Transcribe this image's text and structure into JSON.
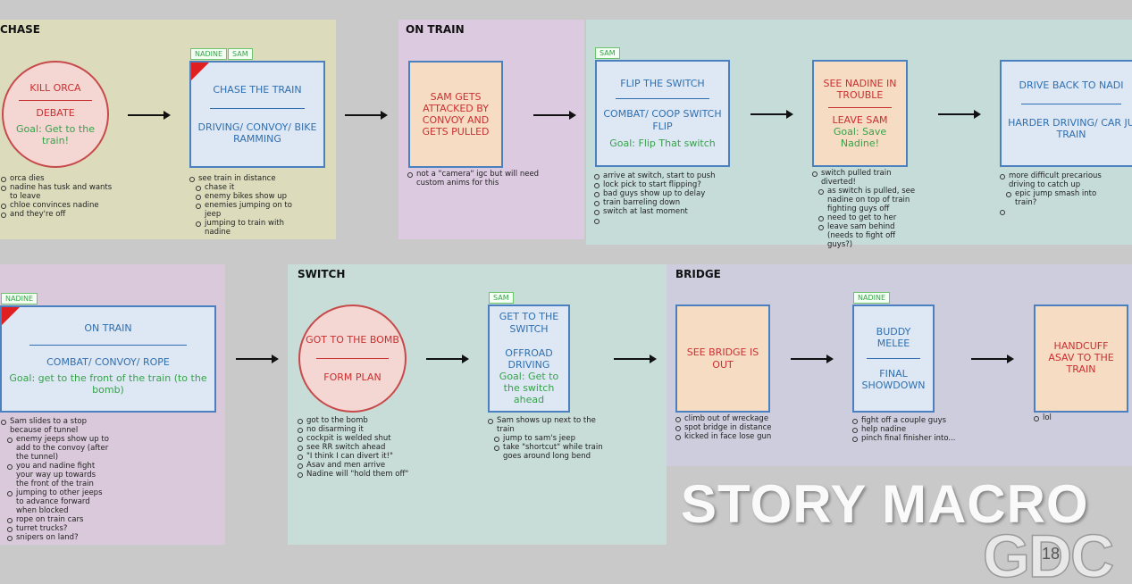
{
  "colors": {
    "blue": "#2f6fb0",
    "red": "#c93030",
    "green": "#37a14a"
  },
  "sections": {
    "chase": "CHASE",
    "on_train": "ON TRAIN",
    "switch": "SWITCH",
    "bridge": "BRIDGE"
  },
  "nodes": {
    "kill_orca": {
      "title": "KILL ORCA",
      "sub": "DEBATE",
      "goal": "Goal: Get to the train!"
    },
    "chase_train": {
      "tags": [
        "NADINE",
        "SAM"
      ],
      "title": "CHASE THE TRAIN",
      "sub": "DRIVING/ CONVOY/ BIKE RAMMING"
    },
    "sam_attacked": {
      "title": "SAM GETS ATTACKED BY CONVOY AND GETS PULLED"
    },
    "flip_switch": {
      "tags": [
        "SAM"
      ],
      "title": "FLIP THE SWITCH",
      "sub": "COMBAT/ COOP SWITCH FLIP",
      "goal": "Goal: Flip That switch"
    },
    "see_nadine": {
      "title": "SEE NADINE IN TROUBLE",
      "sub": "LEAVE SAM",
      "goal": "Goal: Save Nadine!"
    },
    "drive_back": {
      "title": "DRIVE BACK TO NADI",
      "sub": "HARDER DRIVING/ CAR JU TRAIN"
    },
    "on_train2": {
      "tags": [
        "NADINE"
      ],
      "title": "ON TRAIN",
      "sub": "COMBAT/ CONVOY/ ROPE",
      "goal": "Goal: get to the front of the train (to the bomb)"
    },
    "got_bomb": {
      "title": "GOT TO THE BOMB",
      "sub": "FORM PLAN"
    },
    "get_switch": {
      "tags": [
        "SAM"
      ],
      "title": "GET TO THE SWITCH",
      "sub": "OFFROAD DRIVING",
      "goal": "Goal: Get to the switch ahead"
    },
    "see_bridge": {
      "title": "SEE BRIDGE IS OUT"
    },
    "buddy_melee": {
      "tags": [
        "NADINE"
      ],
      "title": "BUDDY MELEE",
      "sub": "FINAL SHOWDOWN"
    },
    "handcuff": {
      "title": "HANDCUFF ASAV TO THE TRAIN"
    }
  },
  "notes": {
    "kill_orca": [
      "orca dies",
      "nadine has tusk and wants to leave",
      "chloe convinces nadine",
      "and they're off"
    ],
    "chase_train": [
      "see train in distance",
      "chase it",
      "enemy bikes show up",
      "enemies jumping on to jeep",
      "jumping to train with nadine"
    ],
    "sam_attacked": [
      "not a \"camera\" igc but will need custom anims for this"
    ],
    "flip_switch": [
      "arrive at switch, start to push",
      "lock pick to start flipping?",
      "bad guys show up to delay",
      "train barreling down",
      "switch at last moment",
      ""
    ],
    "see_nadine": [
      "switch pulled train diverted!",
      "as switch is pulled, see nadine on top of train fighting guys off",
      "need to get to her",
      "leave sam behind (needs to fight off guys?)"
    ],
    "drive_back": [
      "more difficult precarious driving to catch up",
      "epic jump smash into train?",
      ""
    ],
    "on_train2": [
      "Sam slides to a stop because of tunnel",
      "enemy jeeps show up to add to the convoy (after the tunnel)",
      "you and nadine fight your way up towards the front of the train",
      "jumping to other jeeps to advance forward when blocked",
      "rope on train cars",
      "turret trucks?",
      "snipers on land?"
    ],
    "got_bomb": [
      "got to the bomb",
      "no disarming it",
      "cockpit is welded shut",
      "see RR switch ahead",
      "\"I think I can divert it!\"",
      "Asav and men arrive",
      "Nadine will \"hold them off\""
    ],
    "get_switch": [
      "Sam shows up next to the train",
      "jump to sam's jeep",
      "take \"shortcut\" while train goes around long bend"
    ],
    "see_bridge": [
      "climb out of wreckage",
      "spot bridge in distance",
      "kicked in face lose gun"
    ],
    "buddy_melee": [
      "fight off a couple guys",
      "help nadine",
      "pinch final finisher into..."
    ],
    "handcuff": [
      "lol"
    ]
  },
  "banner": "STORY MACRO",
  "logo": {
    "text": "GDC",
    "year": "18"
  }
}
